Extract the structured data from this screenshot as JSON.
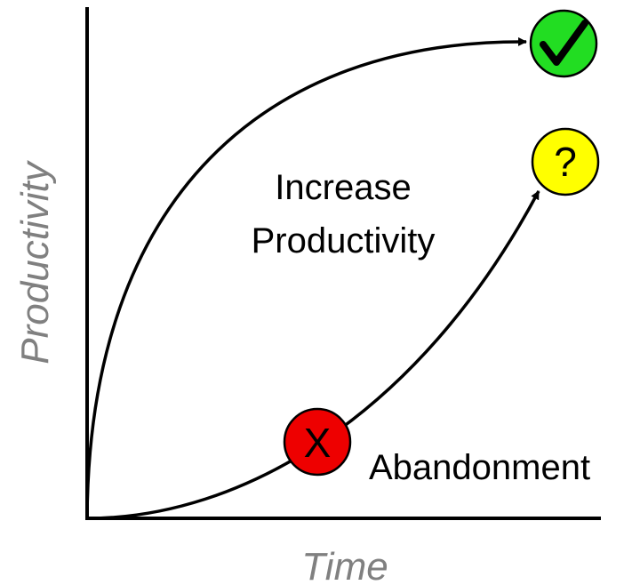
{
  "axes": {
    "y_label": "Productivity",
    "x_label": "Time"
  },
  "curves": {
    "upper_label_line1": "Increase",
    "upper_label_line2": "Productivity",
    "lower_label": "Abandonment"
  },
  "markers": {
    "success": {
      "symbol": "check-icon",
      "color": "#22DD22"
    },
    "unknown": {
      "symbol": "?",
      "color": "#FFFF00"
    },
    "failure": {
      "symbol": "X",
      "color": "#EE0000"
    }
  }
}
